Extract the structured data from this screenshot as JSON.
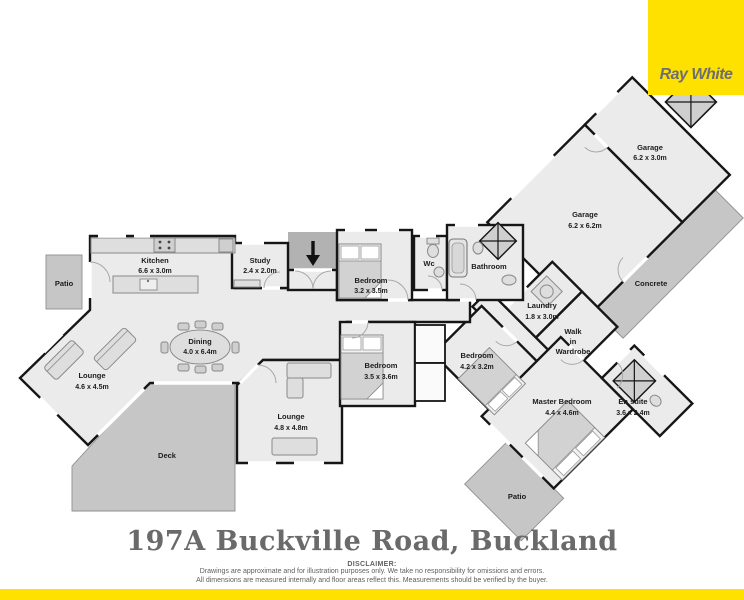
{
  "logo": {
    "brand": "Ray White"
  },
  "address": {
    "title": "197A Buckville Road, Buckland"
  },
  "disclaimer": {
    "heading": "DISCLAIMER:",
    "line1": "Drawings are approximate and for illustration purposes only. We take no responsibility for omissions and errors.",
    "line2": "All dimensions are measured internally and floor areas reflect this. Measurements should be verified by the buyer."
  },
  "colors": {
    "brand_yellow": "#FFE100",
    "logo_text": "#6d6e71",
    "wall": "#161616",
    "floor": "#ebebeb",
    "outdoor": "#c6c6c6",
    "title_text": "#6a6a6a"
  },
  "rooms": {
    "patio_left": {
      "name": "Patio"
    },
    "kitchen": {
      "name": "Kitchen",
      "dims": "6.6 x 3.0m"
    },
    "study": {
      "name": "Study",
      "dims": "2.4 x 2.0m"
    },
    "bedroom1": {
      "name": "Bedroom",
      "dims": "3.2 x 3.5m"
    },
    "wc": {
      "name": "Wc"
    },
    "bathroom": {
      "name": "Bathroom"
    },
    "garage_small": {
      "name": "Garage",
      "dims": "6.2 x 3.0m"
    },
    "garage_large": {
      "name": "Garage",
      "dims": "6.2 x 6.2m"
    },
    "concrete": {
      "name": "Concrete"
    },
    "laundry": {
      "name": "Laundry",
      "dims": "1.8 x 3.0m"
    },
    "walk_in_wardrobe": {
      "line1": "Walk",
      "line2": "in",
      "line3": "Wardrobe"
    },
    "bedroom2": {
      "name": "Bedroom",
      "dims": "4.2 x 3.2m"
    },
    "bedroom3": {
      "name": "Bedroom",
      "dims": "3.5 x 3.6m"
    },
    "master": {
      "name": "Master Bedroom",
      "dims": "4.4 x 4.6m"
    },
    "ensuite": {
      "name": "En suite",
      "dims": "3.6 x 2.4m"
    },
    "dining": {
      "name": "Dining",
      "dims": "4.0 x 6.4m"
    },
    "lounge1": {
      "name": "Lounge",
      "dims": "4.6 x 4.5m"
    },
    "lounge2": {
      "name": "Lounge",
      "dims": "4.8 x 4.8m"
    },
    "deck": {
      "name": "Deck"
    },
    "patio_bottom": {
      "name": "Patio"
    }
  }
}
